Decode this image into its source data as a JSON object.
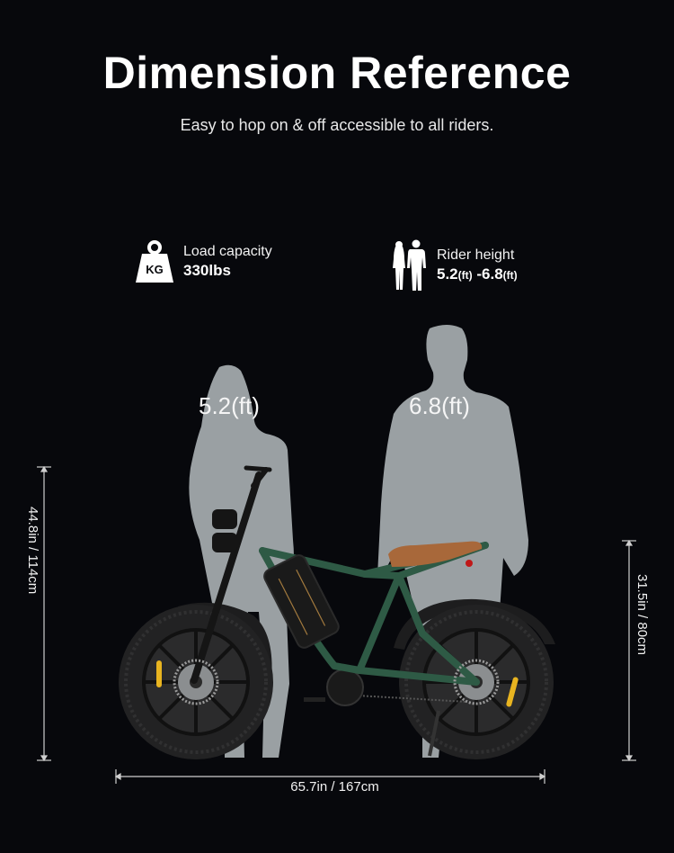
{
  "header": {
    "title": "Dimension Reference",
    "subtitle": "Easy to hop on & off accessible to all riders."
  },
  "specs": {
    "load": {
      "icon": "weight-kg-icon",
      "icon_text": "KG",
      "label": "Load capacity",
      "value": "330lbs"
    },
    "rider": {
      "icon": "people-silhouette-icon",
      "label": "Rider height",
      "value_min": "5.2",
      "value_min_unit": "(ft)",
      "separator": " -",
      "value_max": "6.8",
      "value_max_unit": "(ft)"
    }
  },
  "figures": {
    "short_rider_label": "5.2(ft)",
    "tall_rider_label": "6.8(ft)"
  },
  "dimensions": {
    "overall_height": "44.8in / 114cm",
    "seat_height": "31.5in / 80cm",
    "length": "65.7in / 167cm"
  },
  "colors": {
    "background": "#07080c",
    "silhouette": "#9aa0a3",
    "frame": "#2e5a45",
    "seat": "#a8683a",
    "tire": "#1e1e1f",
    "reflector": "#e8b420",
    "dim_line": "#cfcfcf"
  }
}
